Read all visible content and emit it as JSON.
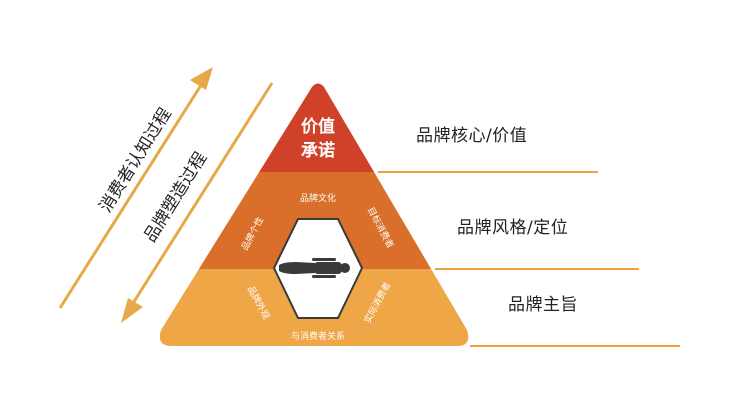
{
  "pyramid": {
    "top": {
      "line1": "价值",
      "line2": "承诺"
    },
    "hexagon_labels": {
      "top": "品牌文化",
      "upper_left": "品牌个性",
      "upper_right": "目标消费者",
      "lower_left": "品牌外观",
      "lower_right": "实际消费者",
      "bottom": "与消费者关系"
    }
  },
  "arrows": {
    "consumer_cognition": "消费者认知过程",
    "brand_shaping": "品牌塑造过程"
  },
  "right_labels": {
    "core": "品牌核心/价值",
    "style": "品牌风格/定位",
    "theme": "品牌主旨"
  },
  "colors": {
    "top_tier": "#D0412A",
    "middle_tier": "#D96F2A",
    "bottom_tier": "#EFA647",
    "arrow": "#E7A84A",
    "line": "#F0A03C",
    "hexagon_fill": "#FFFFFF",
    "figure": "#3A3A3A"
  }
}
